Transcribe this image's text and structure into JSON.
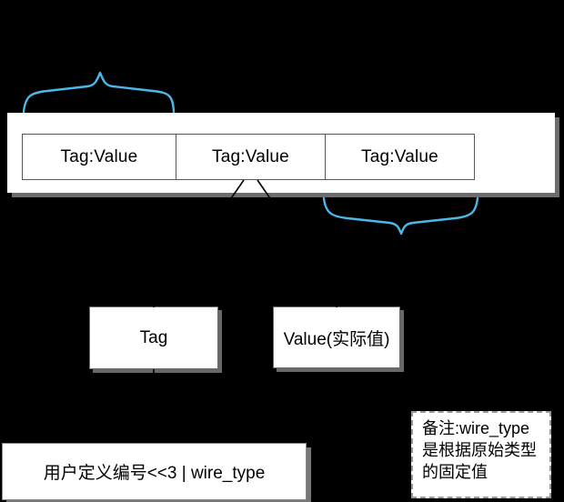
{
  "diagram": {
    "title": "Protobuf message field encoding diagram",
    "background_color": "#000000",
    "accent_color": "#4ab8e8"
  },
  "message_strip": {
    "name": "message-fields-strip",
    "fields": [
      {
        "label": "Tag:Value"
      },
      {
        "label": "Tag:Value"
      },
      {
        "label": "Tag:Value"
      }
    ]
  },
  "detail_boxes": [
    {
      "key": "tag",
      "label": "Tag"
    },
    {
      "key": "value",
      "label": "Value(实际值)"
    }
  ],
  "formula_box": {
    "label": "用户定义编号<<3 | wire_type"
  },
  "note_box": {
    "lines": [
      "备注:wire_type",
      "是根据原始类型",
      "的固定值"
    ]
  },
  "braces": {
    "top_brace": {
      "name": "top-curly-brace",
      "color": "#4ab8e8"
    },
    "bottom_brace": {
      "name": "bottom-curly-brace",
      "color": "#4ab8e8"
    }
  },
  "connectors": {
    "left_leg": {
      "name": "tag-connector-line"
    },
    "right_leg": {
      "name": "value-connector-line"
    },
    "tag_tick": {
      "name": "tag-to-formula-tick"
    },
    "value_tick": {
      "name": "value-top-tick"
    }
  }
}
